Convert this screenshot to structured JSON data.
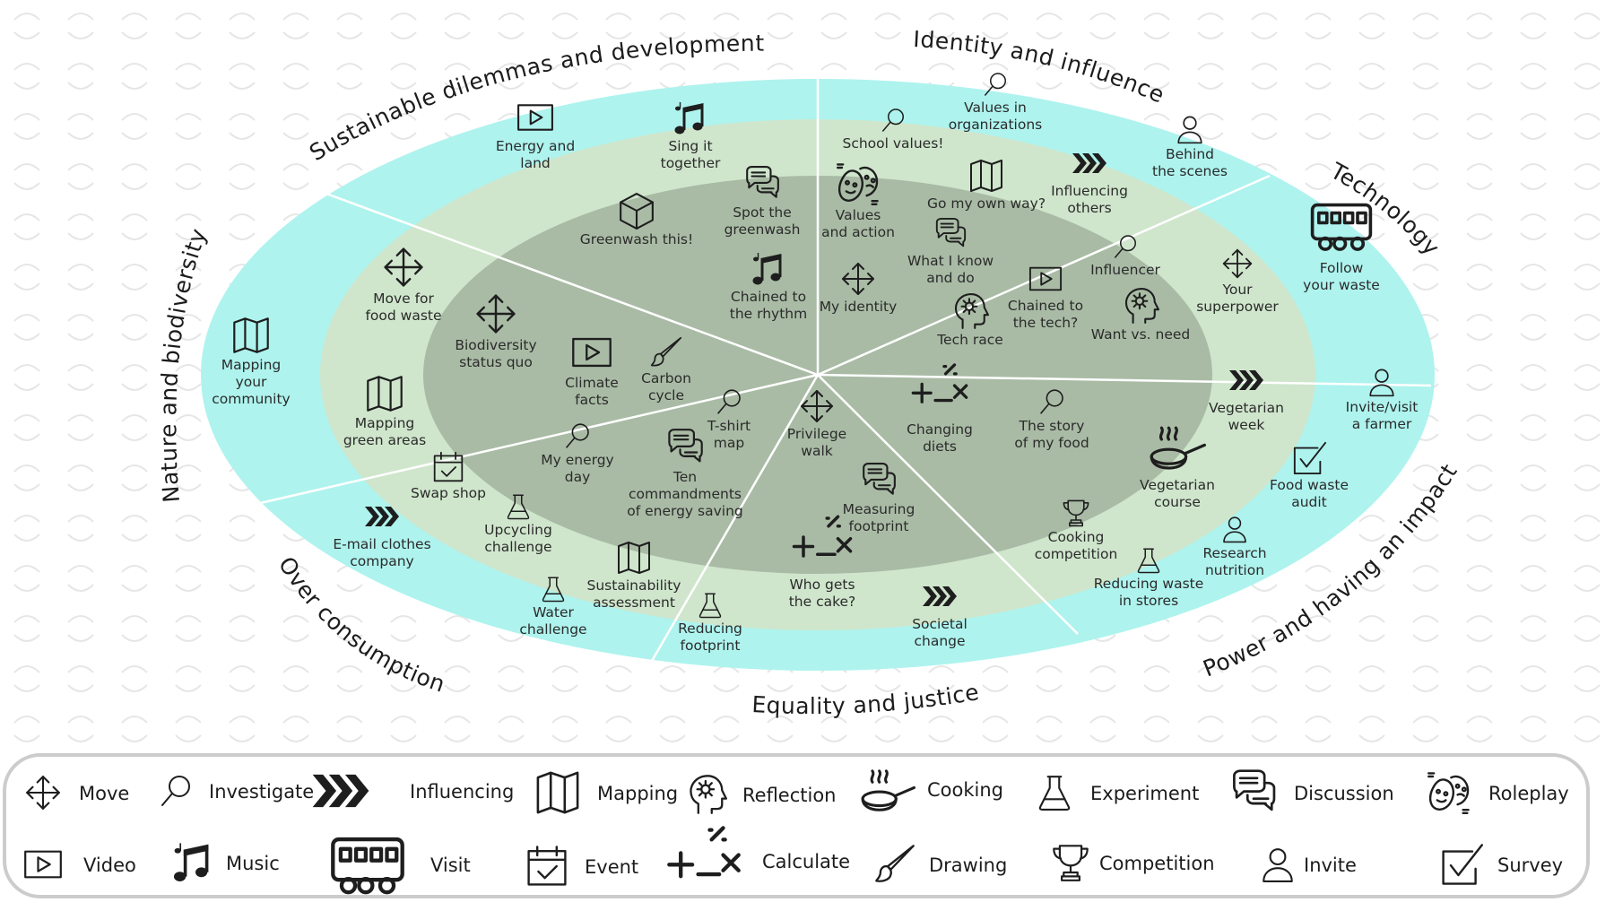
{
  "sectors": {
    "sustainable": "Sustainable dilemmas  and development",
    "identity": "Identity and influence",
    "technology": "Technology",
    "power": "Power and having an impact",
    "equality": "Equality and justice",
    "overconsumption": "Over consumption",
    "nature": "Nature and  biodiversity"
  },
  "activities": [
    {
      "id": "energy-and-land",
      "icon": "video",
      "lines": [
        "Energy and",
        "land"
      ]
    },
    {
      "id": "sing-it-together",
      "icon": "music",
      "lines": [
        "Sing it",
        "together"
      ]
    },
    {
      "id": "spot-the-greenwash",
      "icon": "discussion",
      "lines": [
        "Spot the",
        "greenwash"
      ]
    },
    {
      "id": "greenwash-this",
      "icon": "cube",
      "lines": [
        "Greenwash this!"
      ]
    },
    {
      "id": "chained-to-the-rhythm",
      "icon": "music",
      "lines": [
        "Chained to",
        "the rhythm"
      ]
    },
    {
      "id": "school-values",
      "icon": "investigate",
      "lines": [
        "School values!"
      ]
    },
    {
      "id": "values-in-organizations",
      "icon": "investigate",
      "lines": [
        "Values in",
        "organizations"
      ]
    },
    {
      "id": "behind-the-scenes",
      "icon": "invite",
      "lines": [
        "Behind",
        "the scenes"
      ]
    },
    {
      "id": "influencing-others",
      "icon": "influencing",
      "lines": [
        "Influencing",
        "others"
      ]
    },
    {
      "id": "go-my-own-way",
      "icon": "mapping",
      "lines": [
        "Go my own way?"
      ]
    },
    {
      "id": "values-and-action",
      "icon": "roleplay",
      "lines": [
        "Values",
        "and action"
      ]
    },
    {
      "id": "what-i-know-and-do",
      "icon": "discussion",
      "lines": [
        "What I know",
        "and do"
      ]
    },
    {
      "id": "influencer",
      "icon": "investigate",
      "lines": [
        "Influencer"
      ]
    },
    {
      "id": "my-identity",
      "icon": "move",
      "lines": [
        "My identity"
      ]
    },
    {
      "id": "chained-to-the-tech",
      "icon": "video",
      "lines": [
        "Chained to",
        "the tech?"
      ]
    },
    {
      "id": "tech-race",
      "icon": "reflection",
      "lines": [
        "Tech race"
      ]
    },
    {
      "id": "want-vs-need",
      "icon": "reflection",
      "lines": [
        "Want vs. need"
      ]
    },
    {
      "id": "your-superpower",
      "icon": "move",
      "lines": [
        "Your",
        "superpower"
      ]
    },
    {
      "id": "follow-your-waste",
      "icon": "bus",
      "lines": [
        "Follow",
        "your waste"
      ]
    },
    {
      "id": "invite-visit-a-farmer",
      "icon": "invite",
      "lines": [
        "Invite/visit",
        "a farmer"
      ]
    },
    {
      "id": "vegetarian-week",
      "icon": "influencing",
      "lines": [
        "Vegetarian",
        "week"
      ]
    },
    {
      "id": "food-waste-audit",
      "icon": "survey",
      "lines": [
        "Food waste",
        "audit"
      ]
    },
    {
      "id": "vegetarian-course",
      "icon": "cooking",
      "lines": [
        "Vegetarian",
        "course"
      ]
    },
    {
      "id": "research-nutrition",
      "icon": "invite",
      "lines": [
        "Research",
        "nutrition"
      ]
    },
    {
      "id": "changing-diets",
      "icon": "calculate",
      "lines": [
        "Changing",
        "diets"
      ]
    },
    {
      "id": "the-story-of-my-food",
      "icon": "investigate",
      "lines": [
        "The story",
        "of my food"
      ]
    },
    {
      "id": "cooking-competition",
      "icon": "trophy",
      "lines": [
        "Cooking",
        "competition"
      ]
    },
    {
      "id": "reducing-waste-in-stores",
      "icon": "experiment",
      "lines": [
        "Reducing waste",
        "in stores"
      ]
    },
    {
      "id": "privilege-walk",
      "icon": "move",
      "lines": [
        "Privilege",
        "walk"
      ]
    },
    {
      "id": "measuring-footprint",
      "icon": "discussion",
      "lines": [
        "Measuring",
        "footprint"
      ]
    },
    {
      "id": "who-gets-the-cake",
      "icon": "calculate",
      "lines": [
        "Who gets",
        "the cake?"
      ]
    },
    {
      "id": "societal-change",
      "icon": "influencing",
      "lines": [
        "Societal",
        "change"
      ]
    },
    {
      "id": "reducing-footprint",
      "icon": "experiment",
      "lines": [
        "Reducing",
        "footprint"
      ]
    },
    {
      "id": "t-shirt-map",
      "icon": "investigate",
      "lines": [
        "T-shirt",
        "map"
      ]
    },
    {
      "id": "ten-commandments",
      "icon": "discussion",
      "lines": [
        "Ten",
        "commandments",
        "of energy saving"
      ]
    },
    {
      "id": "my-energy-day",
      "icon": "investigate",
      "lines": [
        "My energy",
        "day"
      ]
    },
    {
      "id": "sustainability-assessment",
      "icon": "mapping",
      "lines": [
        "Sustainability",
        "assessment"
      ]
    },
    {
      "id": "water-challenge",
      "icon": "experiment",
      "lines": [
        "Water",
        "challenge"
      ]
    },
    {
      "id": "upcycling-challenge",
      "icon": "experiment",
      "lines": [
        "Upcycling",
        "challenge"
      ]
    },
    {
      "id": "swap-shop",
      "icon": "event",
      "lines": [
        "Swap shop"
      ]
    },
    {
      "id": "e-mail-clothes-company",
      "icon": "influencing",
      "lines": [
        "E-mail clothes",
        "company"
      ]
    },
    {
      "id": "mapping-green-areas",
      "icon": "mapping",
      "lines": [
        "Mapping",
        "green areas"
      ]
    },
    {
      "id": "mapping-your-community",
      "icon": "mapping",
      "lines": [
        "Mapping",
        "your",
        "community"
      ]
    },
    {
      "id": "move-for-food-waste",
      "icon": "move",
      "lines": [
        "Move for",
        "food waste"
      ]
    },
    {
      "id": "biodiversity-status-quo",
      "icon": "move",
      "lines": [
        "Biodiversity",
        "status quo"
      ]
    },
    {
      "id": "climate-facts",
      "icon": "video",
      "lines": [
        "Climate",
        "facts"
      ]
    },
    {
      "id": "carbon-cycle",
      "icon": "brush",
      "lines": [
        "Carbon",
        "cycle"
      ]
    }
  ],
  "legend": [
    {
      "icon": "move",
      "label": "Move"
    },
    {
      "icon": "investigate",
      "label": "Investigate"
    },
    {
      "icon": "influencing",
      "label": "Influencing"
    },
    {
      "icon": "mapping",
      "label": "Mapping"
    },
    {
      "icon": "reflection",
      "label": "Reflection"
    },
    {
      "icon": "cooking",
      "label": "Cooking"
    },
    {
      "icon": "experiment",
      "label": "Experiment"
    },
    {
      "icon": "discussion",
      "label": "Discussion"
    },
    {
      "icon": "roleplay",
      "label": "Roleplay"
    },
    {
      "icon": "video",
      "label": "Video"
    },
    {
      "icon": "music",
      "label": "Music"
    },
    {
      "icon": "bus",
      "label": "Visit"
    },
    {
      "icon": "event",
      "label": "Event"
    },
    {
      "icon": "calculate",
      "label": "Calculate"
    },
    {
      "icon": "brush",
      "label": "Drawing"
    },
    {
      "icon": "trophy",
      "label": "Competition"
    },
    {
      "icon": "invite",
      "label": "Invite"
    },
    {
      "icon": "survey",
      "label": "Survey"
    }
  ],
  "colors": {
    "outer_ring": "#aef3ee",
    "middle_ring": "#cfe6cc",
    "inner_ring": "#a9bba5",
    "divider": "#ffffff",
    "background_pattern": "#e4e4e4",
    "legend_border": "#cccccc"
  }
}
